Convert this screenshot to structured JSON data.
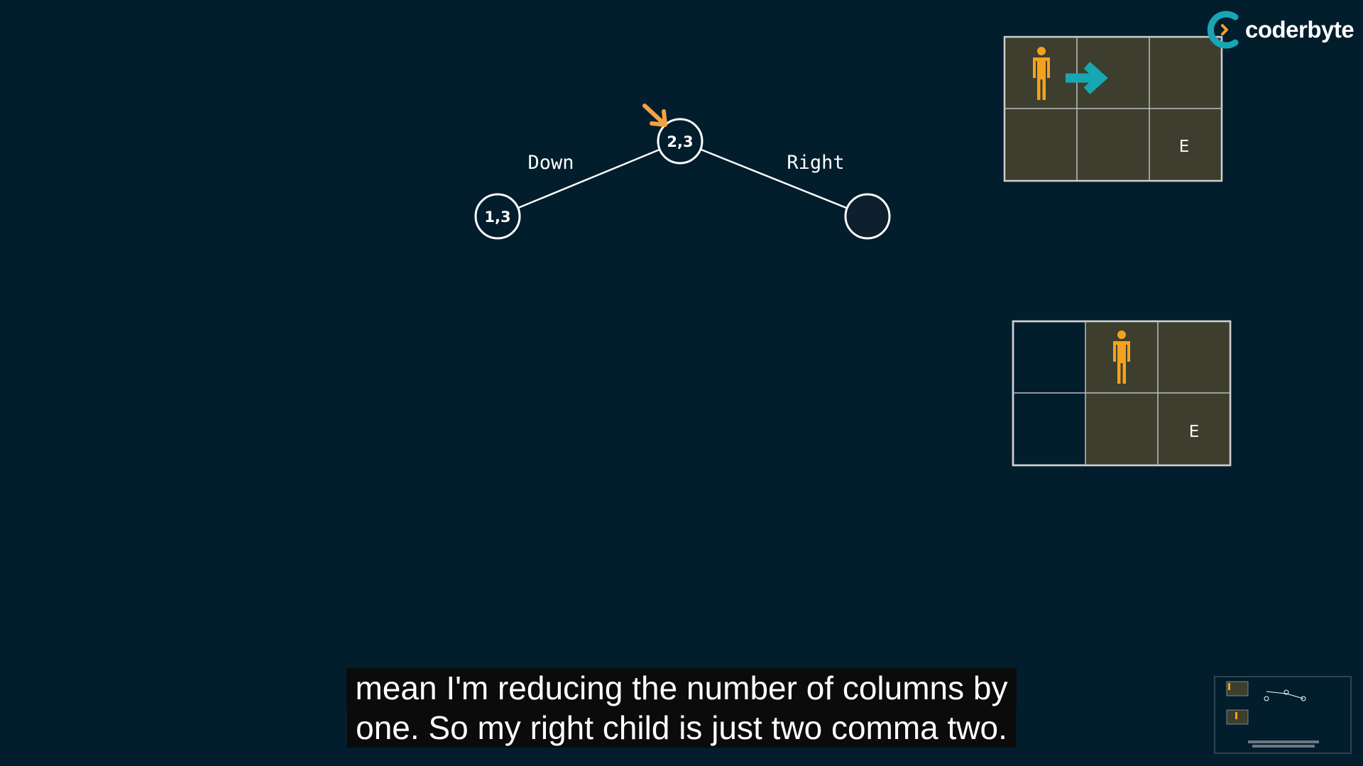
{
  "tree": {
    "root": {
      "label": "2,3"
    },
    "left": {
      "label": "1,3",
      "edge_label": "Down"
    },
    "right": {
      "label": "",
      "edge_label": "Right"
    }
  },
  "grid_top": {
    "rows": 2,
    "cols": 3,
    "cells": [
      "person",
      "arrow-right",
      "",
      "",
      "",
      "E"
    ]
  },
  "grid_bottom": {
    "rows": 2,
    "cols": 3,
    "cells": [
      "empty-dark",
      "person",
      "",
      "empty-dark",
      "",
      "E"
    ]
  },
  "logo": {
    "text": "coderbyte"
  },
  "captions": {
    "line1": "mean I'm reducing the number of columns by",
    "line2": "one. So my right child is just two comma two."
  },
  "colors": {
    "background": "#021d2c",
    "cell_fill": "#3d3e2e",
    "person": "#f3a21f",
    "arrow": "#17a7b4",
    "pointer_arrow": "#f0a242",
    "grid_line": "#c9c9c9"
  },
  "icons": {
    "person": "person-icon",
    "arrow": "arrow-right-icon",
    "pointer": "pointer-arrow-icon"
  }
}
